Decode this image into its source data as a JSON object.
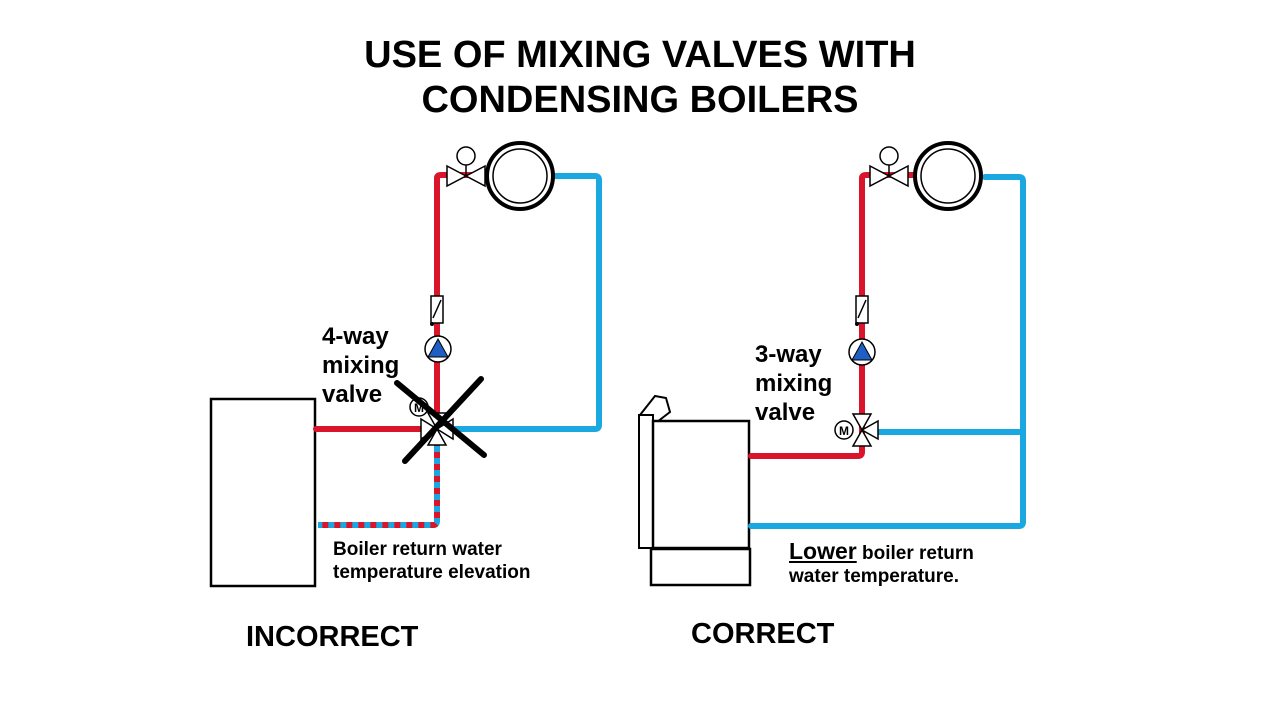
{
  "title": {
    "line1": "USE OF MIXING VALVES WITH",
    "line2": "CONDENSING BOILERS"
  },
  "left": {
    "valve_label": [
      "4-way",
      "mixing",
      "valve"
    ],
    "note": [
      "Boiler return water",
      "temperature elevation"
    ],
    "verdict": "INCORRECT",
    "motor_letter": "M"
  },
  "right": {
    "valve_label": [
      "3-way",
      "mixing",
      "valve"
    ],
    "note_emphasis": "Lower",
    "note_rest_line1": " boiler return",
    "note_line2": "water temperature.",
    "verdict": "CORRECT",
    "motor_letter": "M"
  },
  "colors": {
    "supply": "#d9142b",
    "return": "#1ba8e0",
    "pump": "#1f5fc4",
    "outline": "#000000"
  }
}
